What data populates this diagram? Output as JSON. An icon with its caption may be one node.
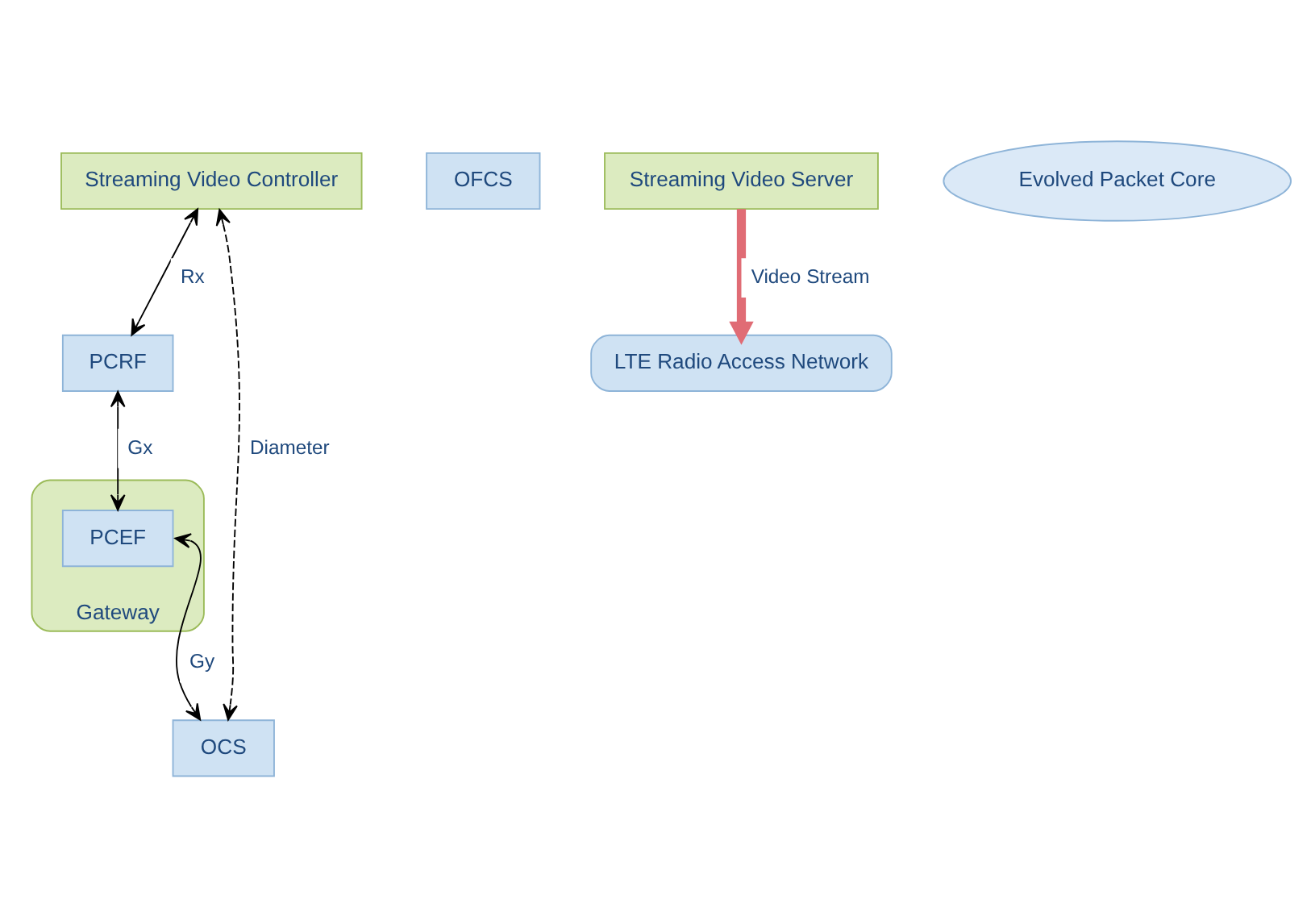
{
  "diagram": {
    "nodes": [
      {
        "text": [
          "Streaming Video Controller"
        ]
      },
      {
        "text": [
          "OFCS"
        ]
      },
      {
        "text": [
          "PCRF"
        ]
      },
      {
        "text": [
          "OCS"
        ]
      },
      {
        "text": [
          "Gateway"
        ]
      },
      {
        "text": [
          "PCEF"
        ],
        "in": 4
      },
      {
        "text": [
          "LTE Radio Access Network"
        ]
      },
      {
        "text": [
          "Streaming Video Server"
        ]
      },
      {
        "text": [
          "Evolved Packet Core"
        ]
      }
    ],
    "edges": [
      {
        "from": 0,
        "to": 2,
        "arrow": "both",
        "label": "Rx"
      },
      {
        "from": 0,
        "to": 3,
        "arrow": "both",
        "label": "Diameter",
        "style": "dashed"
      },
      {
        "from": 2,
        "to": 5,
        "arrow": "both",
        "label": "Gx"
      },
      {
        "from": 5,
        "to": 3,
        "arrow": "both",
        "label": "Gy"
      },
      {
        "from": 7,
        "to": 6,
        "arrow": "to",
        "label": "Video Stream",
        "style": "thick",
        "color": "#e06c75"
      }
    ]
  }
}
